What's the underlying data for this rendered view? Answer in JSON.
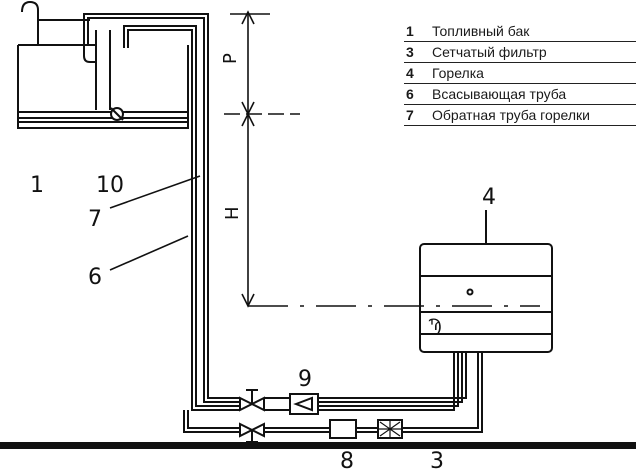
{
  "legend": [
    {
      "num": "1",
      "text": "Топливный бак"
    },
    {
      "num": "3",
      "text": "Сетчатый фильтр"
    },
    {
      "num": "4",
      "text": "Горелка"
    },
    {
      "num": "6",
      "text": "Всасывающая труба"
    },
    {
      "num": "7",
      "text": "Обратная труба горелки"
    }
  ],
  "labels": {
    "tank": "1",
    "valve_tank": "10",
    "return_pipe": "7",
    "suction_pipe": "6",
    "burner": "4",
    "check_valve": "9",
    "pump_part": "8",
    "filter": "3",
    "height_p": "P",
    "height_h": "H",
    "burner_mark": "Ϡ"
  }
}
